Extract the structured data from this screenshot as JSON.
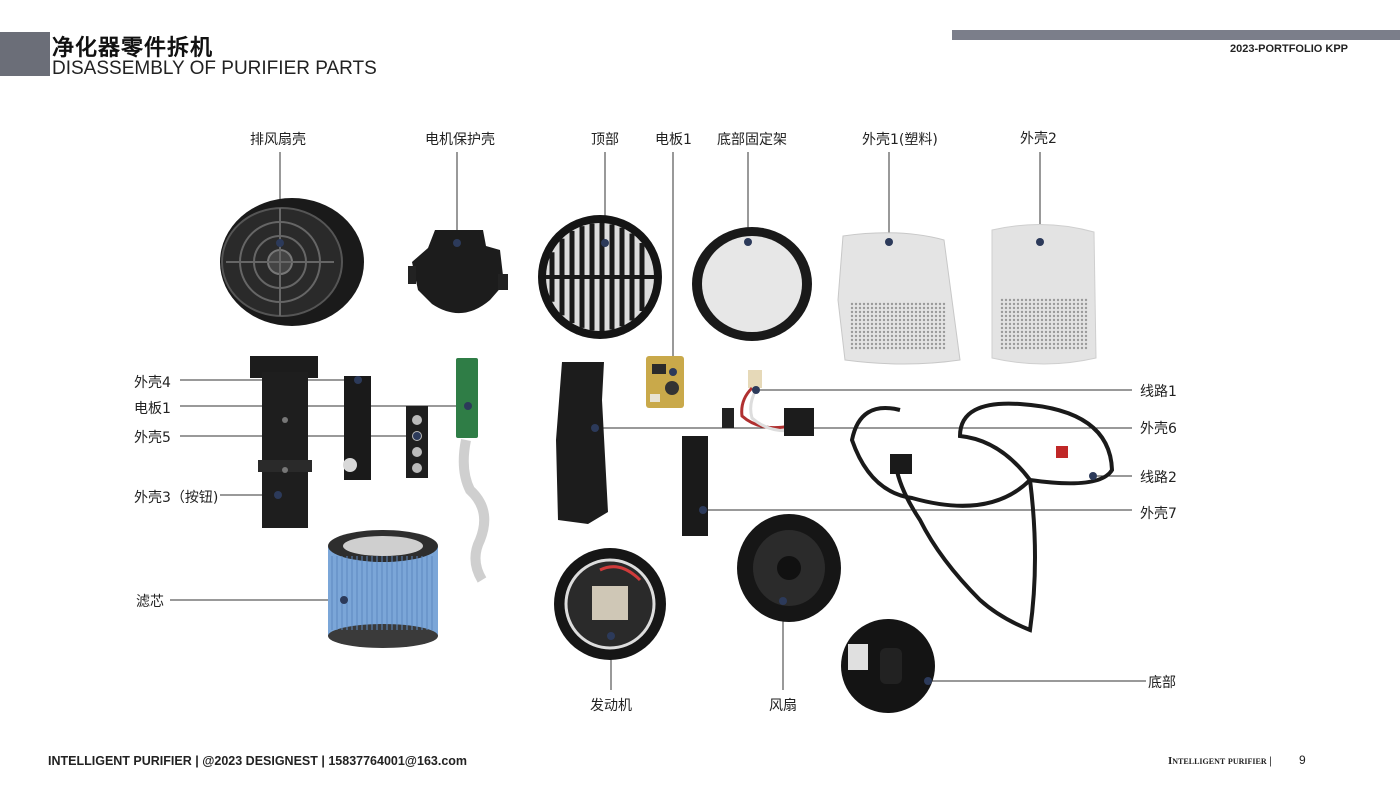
{
  "header": {
    "title_cn": "净化器零件拆机",
    "title_en": "DISASSEMBLY OF PURIFIER PARTS",
    "portfolio": "2023-PORTFOLIO  KPP"
  },
  "labels": {
    "exhaust_fan_shell": "排风扇壳",
    "motor_guard": "电机保护壳",
    "top": "顶部",
    "board1_top": "电板1",
    "bottom_bracket": "底部固定架",
    "shell1_plastic": "外壳1(塑料)",
    "shell2": "外壳2",
    "shell4": "外壳4",
    "board1_left": "电板1",
    "shell5": "外壳5",
    "shell3_button": "外壳3（按钮)",
    "filter": "滤芯",
    "motor": "发动机",
    "fan": "风扇",
    "wire1": "线路1",
    "shell6": "外壳6",
    "wire2": "线路2",
    "shell7": "外壳7",
    "bottom": "底部"
  },
  "footer": {
    "left": "INTELLIGENT PURIFIER | @2023 DESIGNEST | 15837764001@163.com",
    "right": "Intelligent purifier |",
    "page": "9"
  }
}
